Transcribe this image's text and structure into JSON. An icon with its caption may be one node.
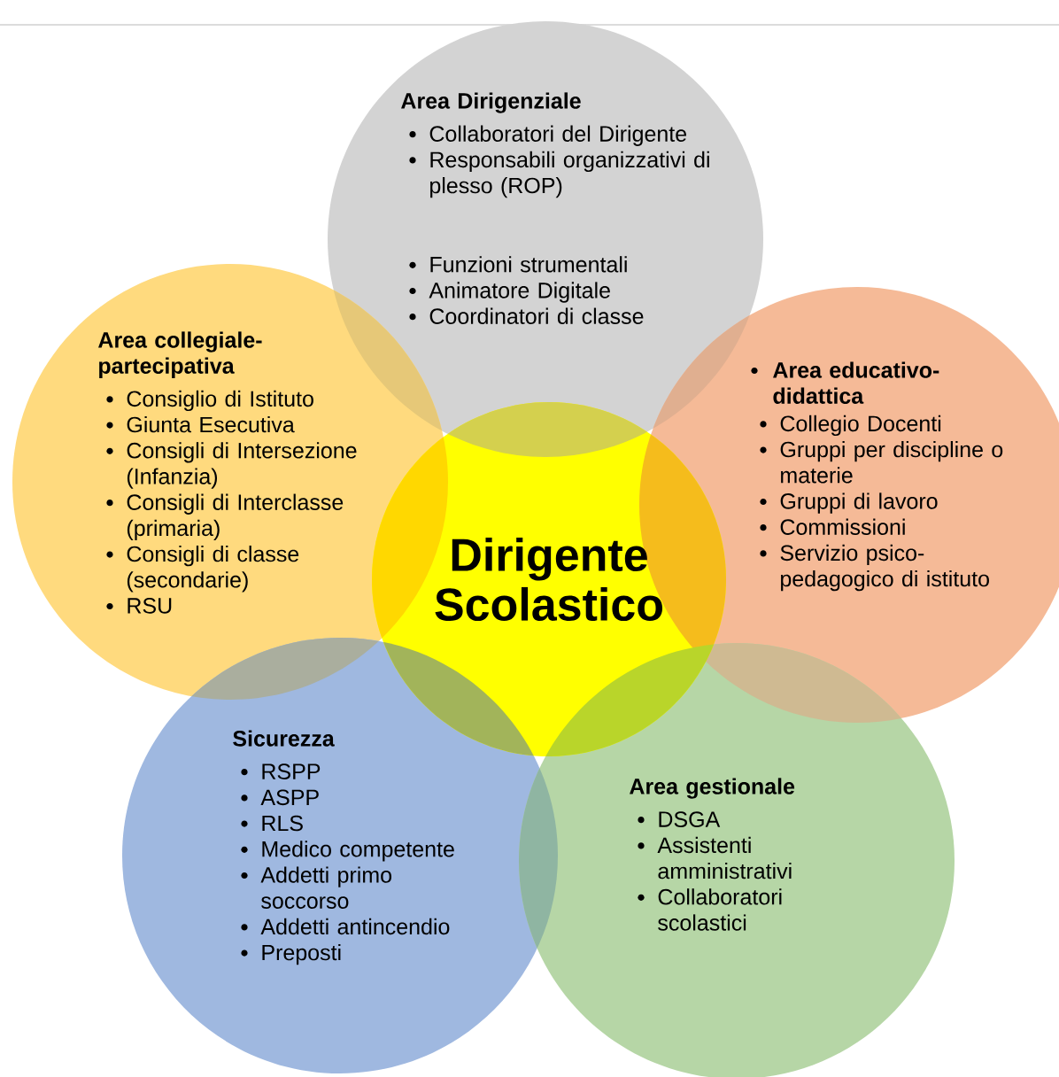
{
  "diagram": {
    "nodes": [
      {
        "text": [
          "Dirigente Scolastico"
        ]
      },
      {
        "text": [
          "Area Dirigenziale",
          "Collaboratori del Dirigente",
          "Responsabili organizzativi di plesso (ROP)",
          "Funzioni strumentali",
          "Animatore Digitale",
          "Coordinatori di classe"
        ]
      },
      {
        "text": [
          "Area collegiale-partecipativa",
          "Consiglio di Istituto",
          "Giunta Esecutiva",
          "Consigli di Intersezione (Infanzia)",
          "Consigli di Interclasse (primaria)",
          "Consigli di classe (secondarie)",
          "RSU"
        ]
      },
      {
        "text": [
          "Area educativo-didattica",
          "Collegio Docenti",
          "Gruppi per discipline o materie",
          "Gruppi di lavoro",
          "Commissioni",
          "Servizio psico-pedagogico di istituto"
        ]
      },
      {
        "text": [
          "Sicurezza",
          "RSPP",
          "ASPP",
          "RLS",
          "Medico competente",
          "Addetti primo soccorso",
          "Addetti antincendio",
          "Preposti"
        ]
      },
      {
        "text": [
          "Area gestionale",
          "DSGA",
          "Assistenti amministrativi",
          "Collaboratori scolastici"
        ]
      }
    ]
  }
}
